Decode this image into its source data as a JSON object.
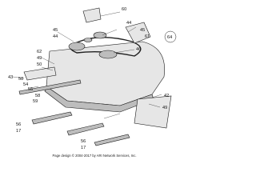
{
  "diagram": {
    "callouts": [
      {
        "id": "c60",
        "text": "60"
      },
      {
        "id": "c44a",
        "text": "44"
      },
      {
        "id": "c45a",
        "text": "45"
      },
      {
        "id": "c61",
        "text": "61"
      },
      {
        "id": "c64",
        "text": "64"
      },
      {
        "id": "c45b",
        "text": "45"
      },
      {
        "id": "c44b",
        "text": "44"
      },
      {
        "id": "c46",
        "text": "46"
      },
      {
        "id": "c62",
        "text": "62"
      },
      {
        "id": "c49a",
        "text": "49"
      },
      {
        "id": "c50",
        "text": "50"
      },
      {
        "id": "c43",
        "text": "43"
      },
      {
        "id": "c58a",
        "text": "58"
      },
      {
        "id": "c54",
        "text": "54"
      },
      {
        "id": "c55",
        "text": "55"
      },
      {
        "id": "c58b",
        "text": "58"
      },
      {
        "id": "c59",
        "text": "59"
      },
      {
        "id": "c42",
        "text": "42"
      },
      {
        "id": "c49b",
        "text": "49"
      },
      {
        "id": "c56a",
        "text": "56"
      },
      {
        "id": "c17a",
        "text": "17"
      },
      {
        "id": "c56b",
        "text": "56"
      },
      {
        "id": "c17b",
        "text": "17"
      }
    ],
    "footer": "Page design © 2004-2017 by ARI Network Services, Inc."
  }
}
